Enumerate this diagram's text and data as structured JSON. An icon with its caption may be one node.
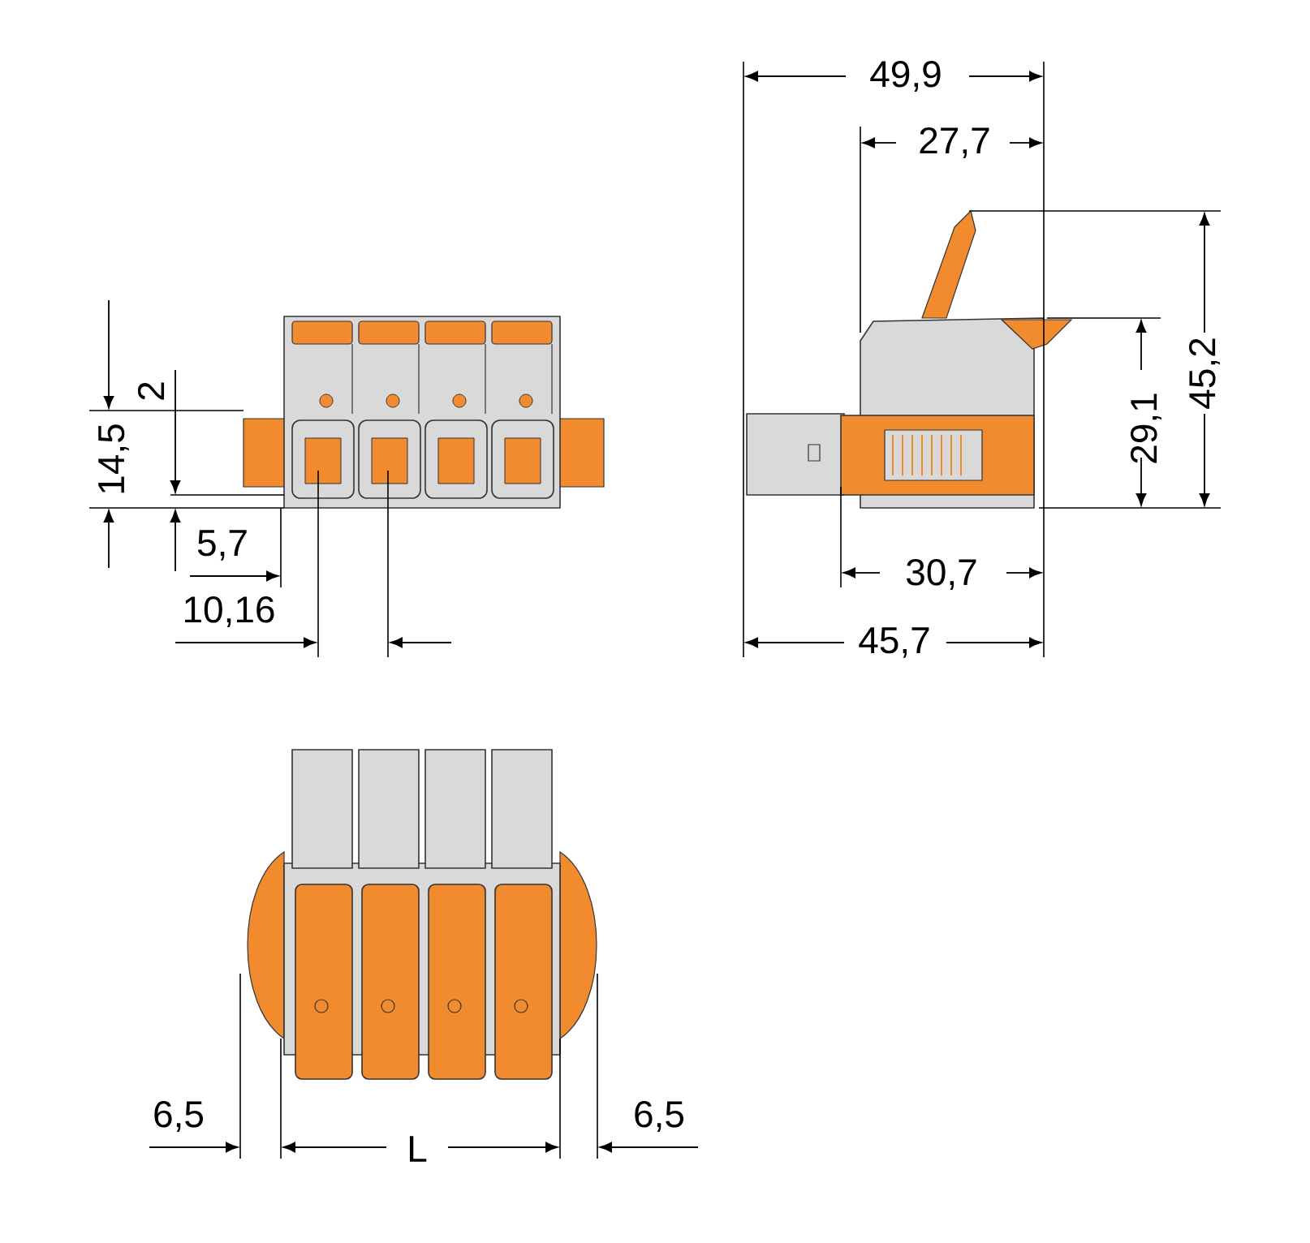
{
  "diagram": {
    "labels": [
      "49,9",
      "27,7",
      "2",
      "45,2",
      "29,1",
      "14,5",
      "5,7",
      "10,16",
      "30,7",
      "45,7",
      "6,5",
      "L",
      "6,5"
    ]
  }
}
